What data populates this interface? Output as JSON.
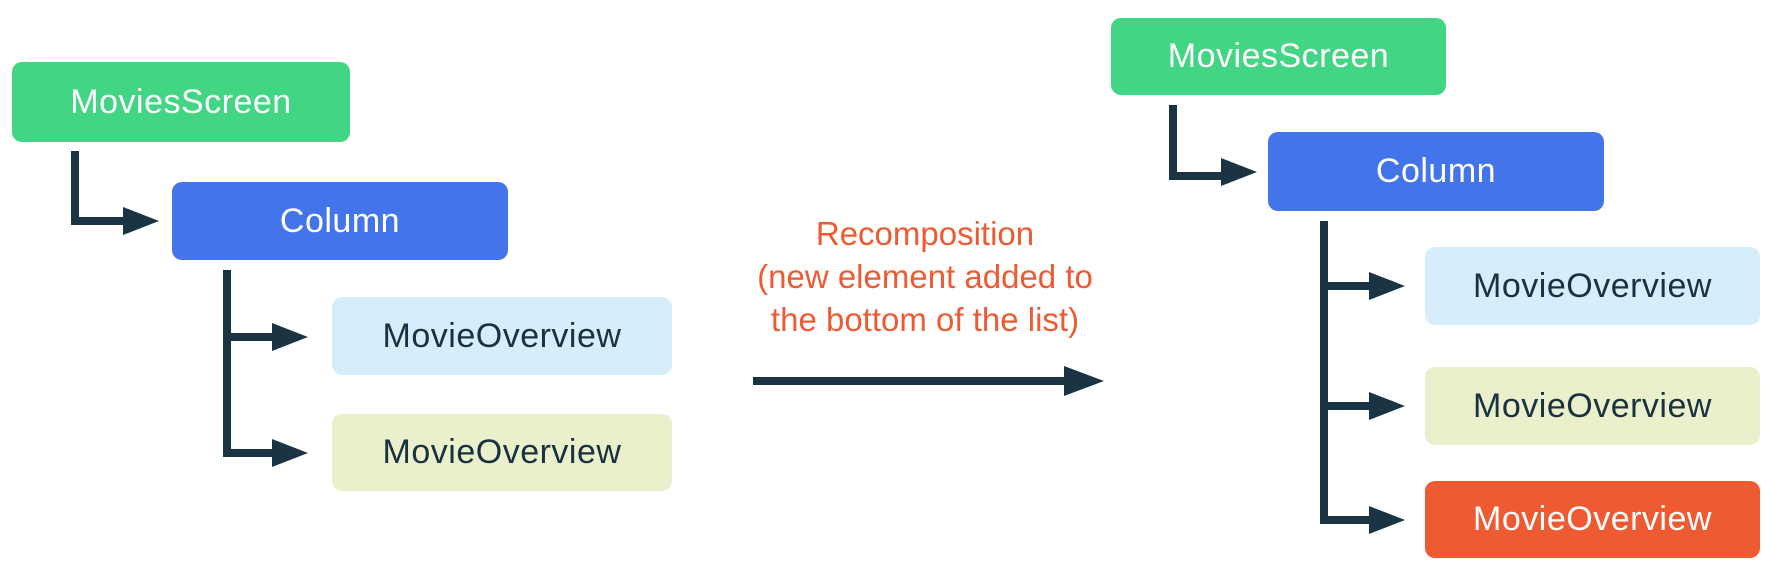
{
  "colors": {
    "green": "#42D583",
    "blue": "#4374E9",
    "light_blue": "#D6EDFB",
    "pale_yellow": "#EAF0CB",
    "orange": "#EE5B32",
    "connector": "#1B3444",
    "dark_text": "#1A323F",
    "bg": "#FFFFFF"
  },
  "left_tree": {
    "root": {
      "label": "MoviesScreen"
    },
    "container": {
      "label": "Column"
    },
    "children": [
      {
        "label": "MovieOverview",
        "variant": "light-blue"
      },
      {
        "label": "MovieOverview",
        "variant": "pale-yellow"
      }
    ]
  },
  "transition": {
    "caption_line1": "Recomposition",
    "caption_line2": "(new element added to",
    "caption_line3": "the bottom of the list)",
    "arrow_icon": "right-arrow"
  },
  "right_tree": {
    "root": {
      "label": "MoviesScreen"
    },
    "container": {
      "label": "Column"
    },
    "children": [
      {
        "label": "MovieOverview",
        "variant": "light-blue",
        "highlight": false
      },
      {
        "label": "MovieOverview",
        "variant": "pale-yellow",
        "highlight": false
      },
      {
        "label": "MovieOverview",
        "variant": "orange",
        "highlight": true
      }
    ]
  }
}
